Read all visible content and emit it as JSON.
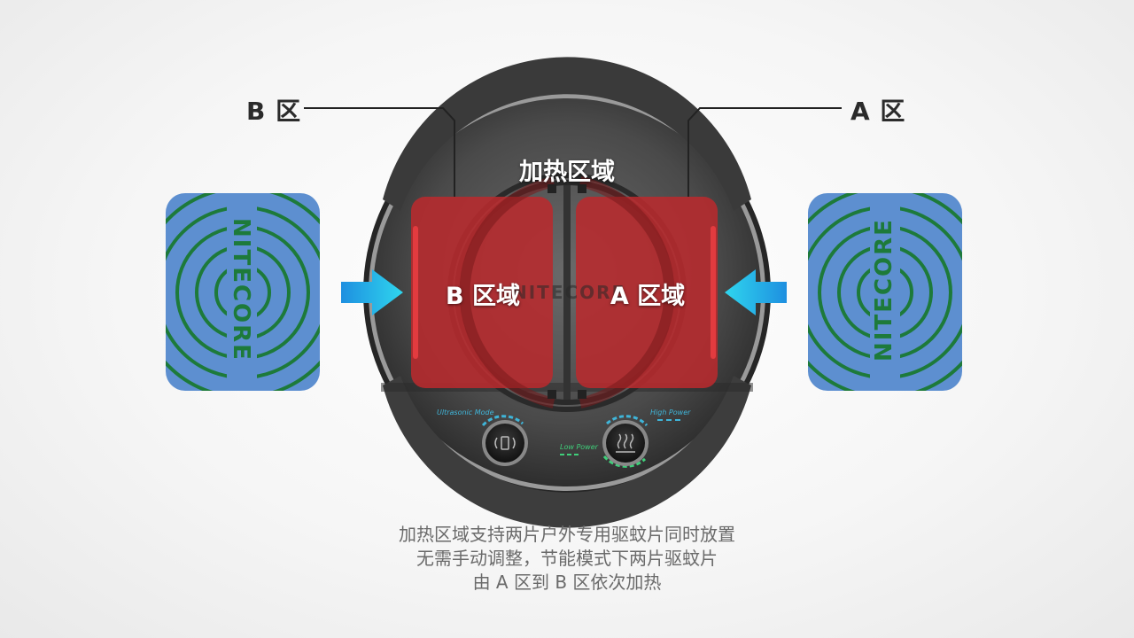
{
  "callouts": {
    "zone_b": "B 区",
    "zone_a": "A 区"
  },
  "device": {
    "heating_title": "加热区域",
    "zone_b_label": "B 区域",
    "zone_a_label": "A 区域",
    "brand_center": "NITECORE",
    "buttons": {
      "ultrasonic_label": "Ultrasonic Mode",
      "high_power_label": "High Power",
      "low_power_label": "Low Power"
    }
  },
  "pads": {
    "left_brand": "NITECORE",
    "right_brand": "NITECORE"
  },
  "caption": {
    "line1": "加热区域支持两片户外专用驱蚊片同时放置",
    "line2": "无需手动调整，节能模式下两片驱蚊片",
    "line3": "由 A 区到 B 区依次加热"
  },
  "colors": {
    "heat_zone": "#b82a2e",
    "arrow": "#1ab7e6",
    "pad_blue": "#5d8fd0",
    "pad_green": "#1d7a3a"
  }
}
